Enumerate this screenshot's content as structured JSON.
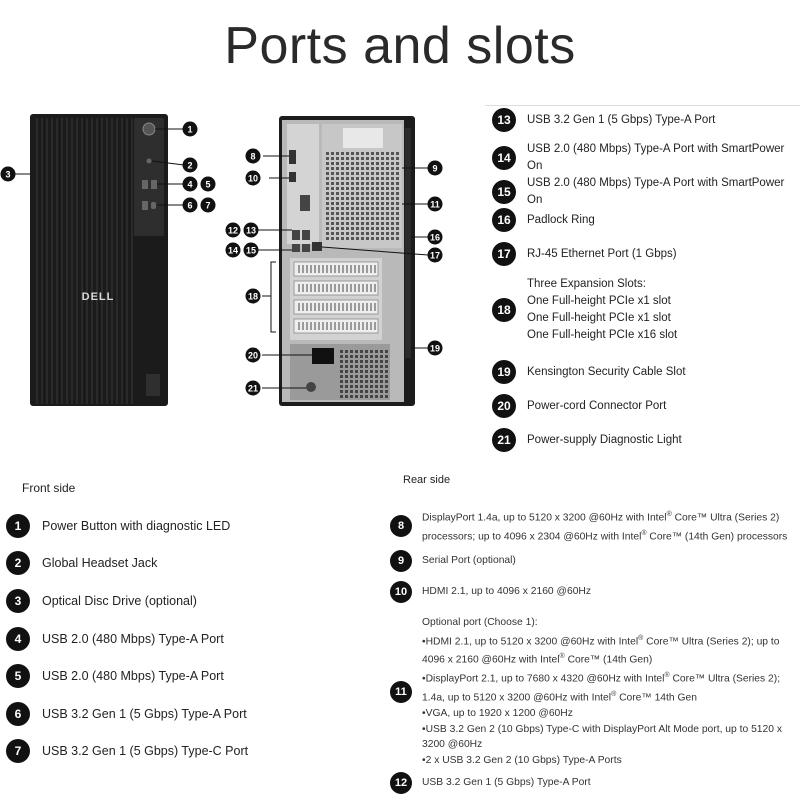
{
  "title": "Ports and slots",
  "right_list": [
    {
      "num": "13",
      "text": "USB 3.2 Gen 1 (5 Gbps) Type-A Port"
    },
    {
      "num": "14",
      "text": "USB 2.0 (480 Mbps) Type-A Port with SmartPower On"
    },
    {
      "num": "15",
      "text": "USB 2.0 (480 Mbps) Type-A Port with SmartPower On"
    },
    {
      "num": "16",
      "text": "Padlock Ring"
    },
    {
      "num": "17",
      "text": "RJ-45 Ethernet Port (1 Gbps)"
    },
    {
      "num": "18",
      "lines": [
        "Three Expansion Slots:",
        "One Full-height PCIe x1 slot",
        "One Full-height PCIe x1 slot",
        "One Full-height PCIe x16 slot"
      ]
    },
    {
      "num": "19",
      "text": "Kensington Security Cable Slot"
    },
    {
      "num": "20",
      "text": "Power-cord Connector Port"
    },
    {
      "num": "21",
      "text": "Power-supply Diagnostic Light"
    }
  ],
  "front_side": {
    "label": "Front side",
    "items": [
      {
        "num": "1",
        "text": "Power Button with diagnostic LED"
      },
      {
        "num": "2",
        "text": "Global Headset Jack"
      },
      {
        "num": "3",
        "text": "Optical Disc Drive (optional)"
      },
      {
        "num": "4",
        "text": "USB 2.0 (480 Mbps) Type-A Port"
      },
      {
        "num": "5",
        "text": "USB 2.0 (480 Mbps) Type-A Port"
      },
      {
        "num": "6",
        "text": "USB 3.2 Gen 1 (5 Gbps) Type-A Port"
      },
      {
        "num": "7",
        "text": "USB 3.2 Gen 1 (5 Gbps) Type-C Port"
      }
    ]
  },
  "rear_side": {
    "label": "Rear side",
    "items": [
      {
        "num": "8",
        "lines": [
          "DisplayPort 1.4a, up to 5120 x 3200 @60Hz with Intel® Core™ Ultra (Series 2)",
          "processors; up to 4096 x 2304 @60Hz with Intel® Core™ (14th Gen) processors"
        ]
      },
      {
        "num": "9",
        "lines": [
          "Serial Port (optional)"
        ]
      },
      {
        "num": "10",
        "lines": [
          "HDMI 2.1, up to 4096 x 2160 @60Hz"
        ]
      },
      {
        "num": "11",
        "lines": [
          "Optional port (Choose 1):",
          "•HDMI 2.1, up to 5120 x 3200 @60Hz with Intel® Core™ Ultra (Series 2); up to",
          "4096 x 2160 @60Hz with Intel® Core™ (14th Gen)",
          "•DisplayPort 2.1, up to 7680 x 4320 @60Hz with Intel® Core™ Ultra (Series 2);",
          "1.4a, up to 5120 x 3200 @60Hz with Intel® Core™ 14th Gen",
          "•VGA, up to 1920 x 1200 @60Hz",
          "•USB 3.2 Gen 2 (10 Gbps) Type-C with DisplayPort Alt Mode port, up to 5120 x",
          "3200 @60Hz",
          "•2 x USB 3.2 Gen 2 (10 Gbps) Type-A Ports"
        ]
      },
      {
        "num": "12",
        "lines": [
          "USB 3.2 Gen 1 (5 Gbps) Type-A Port"
        ]
      }
    ]
  },
  "figure": {
    "brand_logo": "DELL",
    "front_callouts": [
      "1",
      "2",
      "3",
      "4",
      "5",
      "6",
      "7"
    ],
    "rear_callouts": [
      "8",
      "9",
      "10",
      "11",
      "12",
      "13",
      "14",
      "15",
      "16",
      "17",
      "18",
      "19",
      "20",
      "21"
    ]
  }
}
